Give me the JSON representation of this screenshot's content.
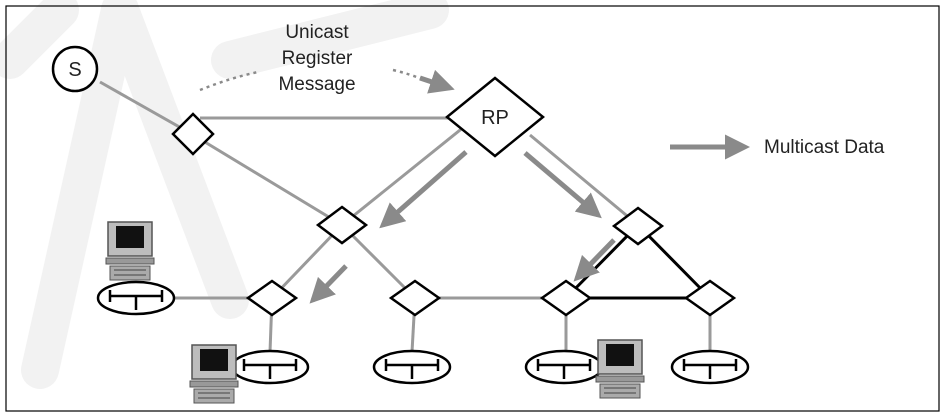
{
  "diagram": {
    "source_label": "S",
    "rp_label": "RP",
    "register_line1": "Unicast",
    "register_line2": "Register",
    "register_line3": "Message",
    "legend_label": "Multicast Data"
  },
  "colors": {
    "link_gray": "#9a9a9a",
    "arrow_gray": "#8a8a8a",
    "link_black": "#000000",
    "watermark": "#f2f2f2",
    "border": "#000000"
  }
}
